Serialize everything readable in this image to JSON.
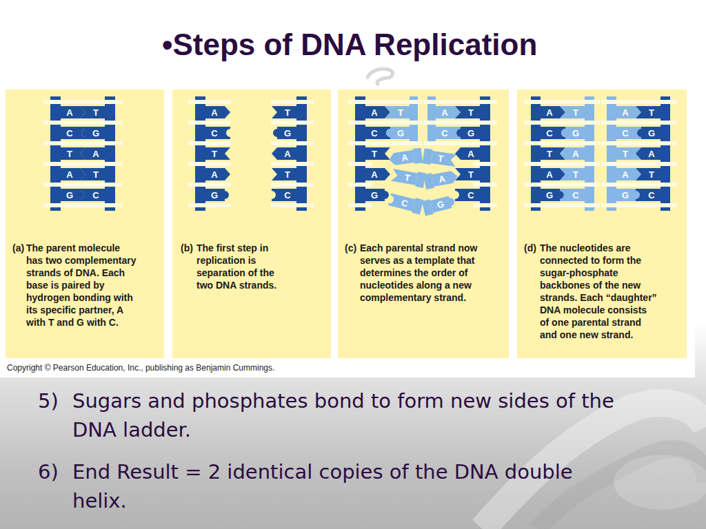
{
  "diagram": {
    "title": "•Steps of DNA Replication",
    "nodes": [
      {
        "text": [
          "Copyright © Pearson Education, Inc., publishing as Benjamin Cummings."
        ]
      },
      {
        "text": [
          "(a)",
          "The parent molecule has two complementary strands of DNA. Each base is paired by hydrogen bonding with its specific partner, A with T and G with C."
        ],
        "in": 0
      },
      {
        "text": [
          "(b)",
          "The first step in replication is separation of the two DNA strands."
        ],
        "in": 0
      },
      {
        "text": [
          "(c)",
          "Each parental strand now serves as a template that determines the order of nucleotides along a new complementary strand."
        ],
        "in": 0
      },
      {
        "text": [
          "(d)",
          "The nucleotides are connected to form the sugar-phosphate backbones of the new strands. Each “daughter” DNA molecule consists of one parental strand and one new strand."
        ],
        "in": 0
      }
    ],
    "labels": [
      "A",
      "T",
      "C",
      "G",
      "T",
      "A",
      "A",
      "T",
      "G",
      "C",
      "A",
      "T",
      "C",
      "G",
      "T",
      "A",
      "A",
      "T",
      "G",
      "C",
      "A",
      "T",
      "A",
      "T",
      "C",
      "G",
      "C",
      "G",
      "T",
      "A",
      "T",
      "A",
      "A",
      "T",
      "A",
      "T",
      "G",
      "C",
      "G",
      "C",
      "A",
      "T",
      "A",
      "T",
      "C",
      "G",
      "C",
      "G",
      "T",
      "A",
      "T",
      "A",
      "A",
      "T",
      "A",
      "T",
      "G",
      "C",
      "G",
      "C",
      "5)",
      "Sugars and phosphates bond to form new sides of the DNA ladder.",
      "6)",
      "End Result = 2 identical copies of the DNA double helix."
    ]
  }
}
